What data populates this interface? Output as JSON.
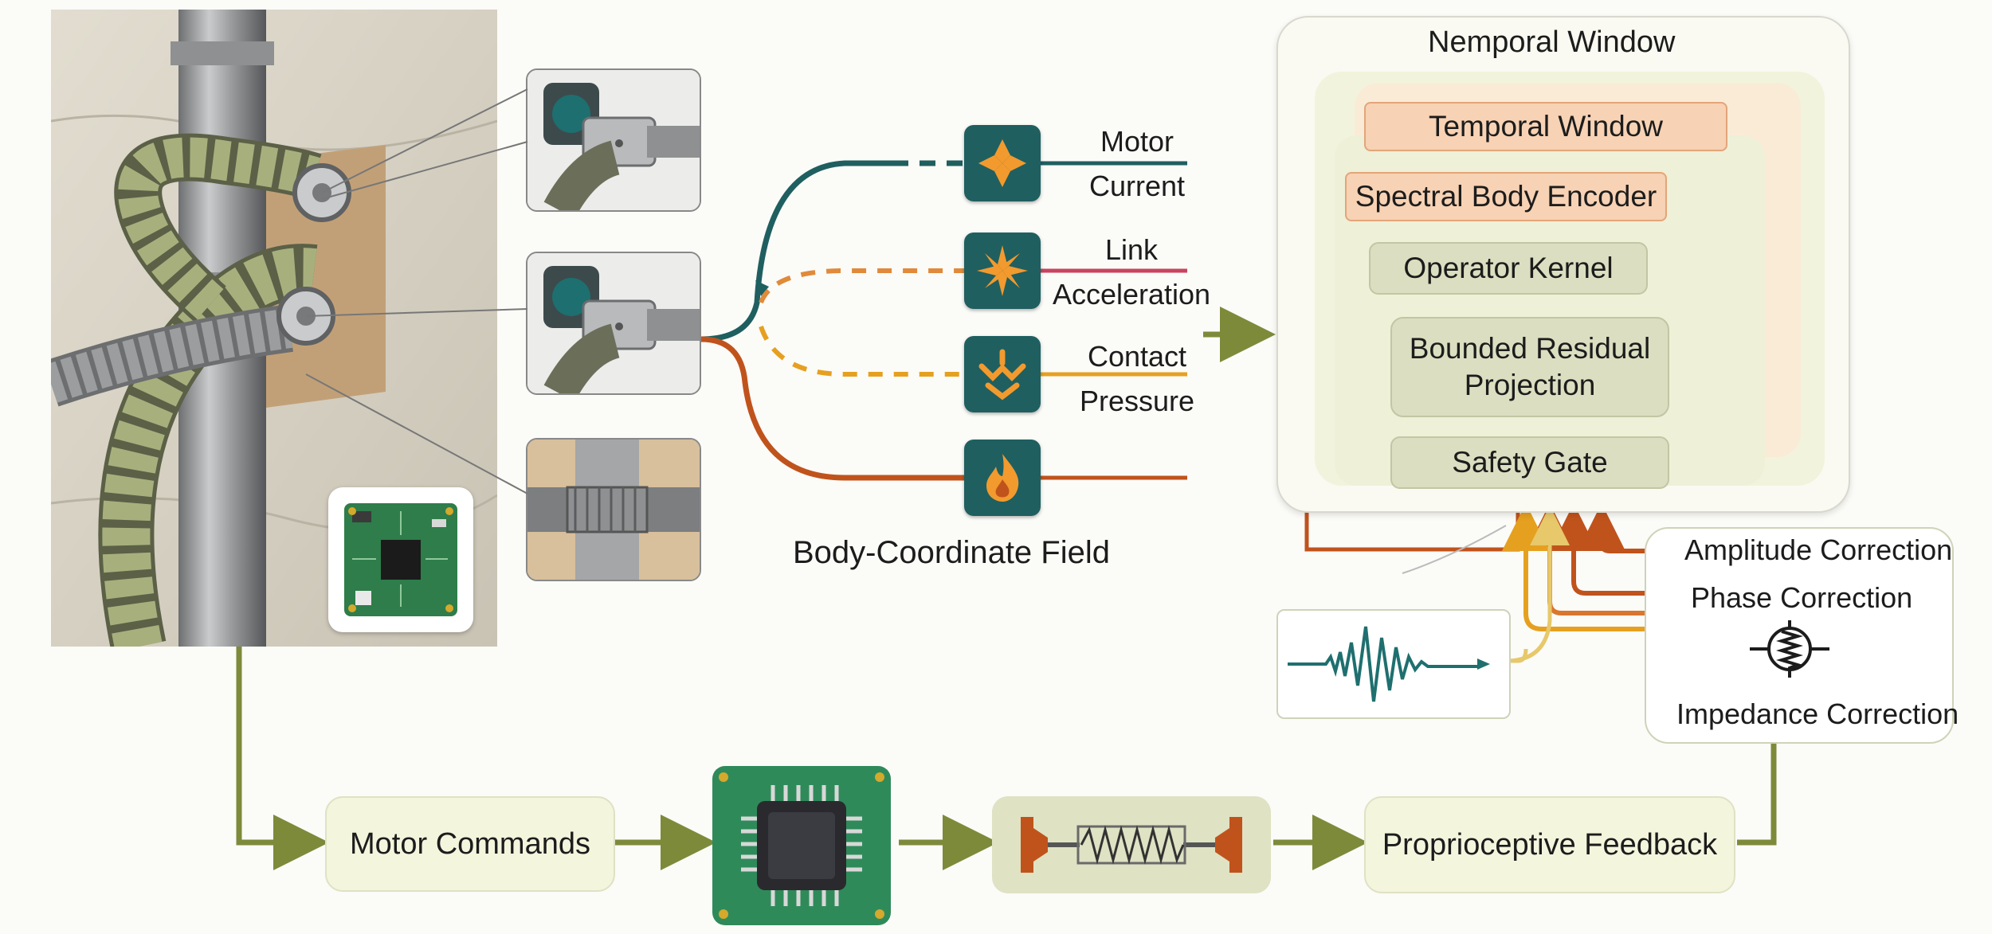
{
  "sensor_signals": [
    {
      "line1": "Motor",
      "line2": "Current",
      "icon": "diamond-burst-icon",
      "color": "#1f5f60"
    },
    {
      "line1": "Link",
      "line2": "Acceleration",
      "icon": "star-burst-icon",
      "color": "#c9445e"
    },
    {
      "line1": "Contact",
      "line2": "Pressure",
      "icon": "pressure-arrows-icon",
      "color": "#e6a020"
    },
    {
      "line1": "",
      "line2": "",
      "icon": "flame-icon",
      "color": "#c0531c"
    }
  ],
  "field_label": "Body-Coordinate Field",
  "window": {
    "title": "Nemporal Window",
    "blocks": {
      "temporal": "Temporal Window",
      "spectral": "Spectral Body Encoder",
      "operator": "Operator Kernel",
      "residual_1": "Bounded Residual",
      "residual_2": "Projection",
      "safety": "Safety Gate"
    }
  },
  "corrections": {
    "amplitude": "Amplitude Correction",
    "phase": "Phase Correction",
    "impedance": "Impedance Correction"
  },
  "bottom_flow": {
    "motor_commands": "Motor Commands",
    "proprioceptive": "Proprioceptive Feedback"
  },
  "colors": {
    "teal": "#1f5f60",
    "olive": "#7d8a3a",
    "orange_red": "#c0531c",
    "amber": "#e6a020",
    "pale_green": "#f2f3dc"
  }
}
